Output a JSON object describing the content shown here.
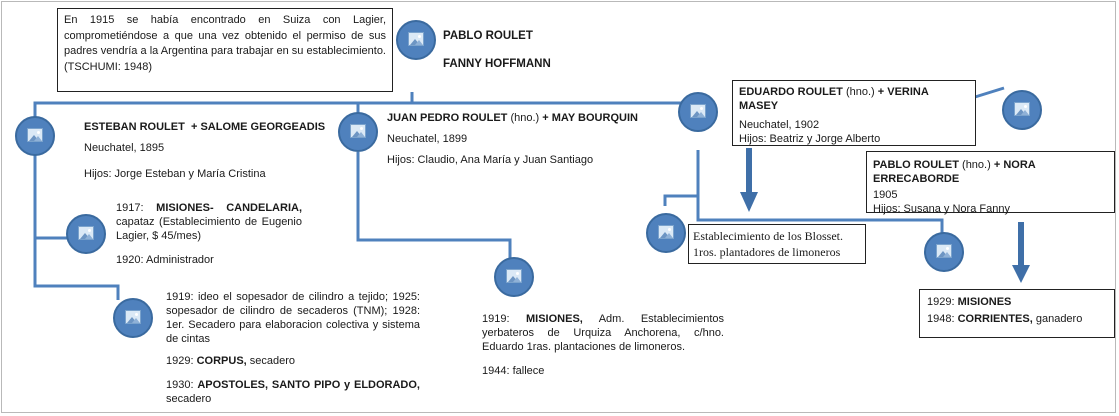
{
  "note": {
    "text": "En 1915 se había encontrado en Suiza con Lagier, comprometiéndose a que una vez obtenido el permiso de sus padres vendría a la Argentina para trabajar en su establecimiento. (TSCHUMI: 1948)"
  },
  "root": {
    "name1": "PABLO ROULET",
    "name2": "FANNY HOFFMANN"
  },
  "esteban": {
    "title_a": "ESTEBAN ROULET",
    "title_b": "+ SALOME GEORGEADIS",
    "place": "Neuchatel, 1895",
    "children": "Hijos: Jorge Esteban y María Cristina"
  },
  "esteban_e1": {
    "year": "1917:",
    "place": "MISIONES- CANDELARIA,",
    "rest": "capataz (Establecimiento de Eugenio Lagier,  $ 45/mes)",
    "line2": "1920: Administrador"
  },
  "esteban_e2": {
    "p1": "1919: ideo el sopesador de cilindro a tejido; 1925: sopesador de cilindro de secaderos (TNM); 1928: 1er. Secadero para elaboracion colectiva y sistema de cintas",
    "p2_year": "1929:",
    "p2_place": "CORPUS,",
    "p2_rest": "secadero",
    "p3_year": "1930:",
    "p3_place": "APOSTOLES, SANTO PIPO y ELDORADO,",
    "p3_rest": "secadero"
  },
  "juan": {
    "title_a": "JUAN PEDRO ROULET",
    "title_hno": "(hno.)",
    "title_b": "+ MAY BOURQUIN",
    "place": "Neuchatel, 1899",
    "children": "Hijos: Claudio, Ana María y Juan Santiago"
  },
  "juan_e": {
    "year": "1919:",
    "place": "MISIONES,",
    "rest": "Adm. Establecimientos yerbateros de Urquiza Anchorena, c/hno. Eduardo 1ras. plantaciones de limoneros.",
    "line2": "1944: fallece"
  },
  "eduardo": {
    "title_a": "EDUARDO ROULET",
    "title_hno": "(hno.)",
    "title_b": "+ VERINA MASEY",
    "place": "Neuchatel, 1902",
    "children": "Hijos: Beatriz y Jorge Alberto"
  },
  "blosset": {
    "line1": "Establecimiento de los Blosset.",
    "line2": "1ros. plantadores de limoneros"
  },
  "pablo": {
    "title_a": "PABLO ROULET",
    "title_hno": "(hno.)",
    "title_b": "+ NORA ERRECABORDE",
    "year": "1905",
    "children": "Hijos: Susana y Nora Fanny"
  },
  "pablo_e": {
    "y1": "1929:",
    "p1": "MISIONES",
    "y2": "1948:",
    "p2": "CORRIENTES,",
    "r2": "ganadero"
  },
  "colors": {
    "line": "#4f81bd",
    "arrow": "#3f6fa8",
    "icon": "#4f81bd"
  }
}
